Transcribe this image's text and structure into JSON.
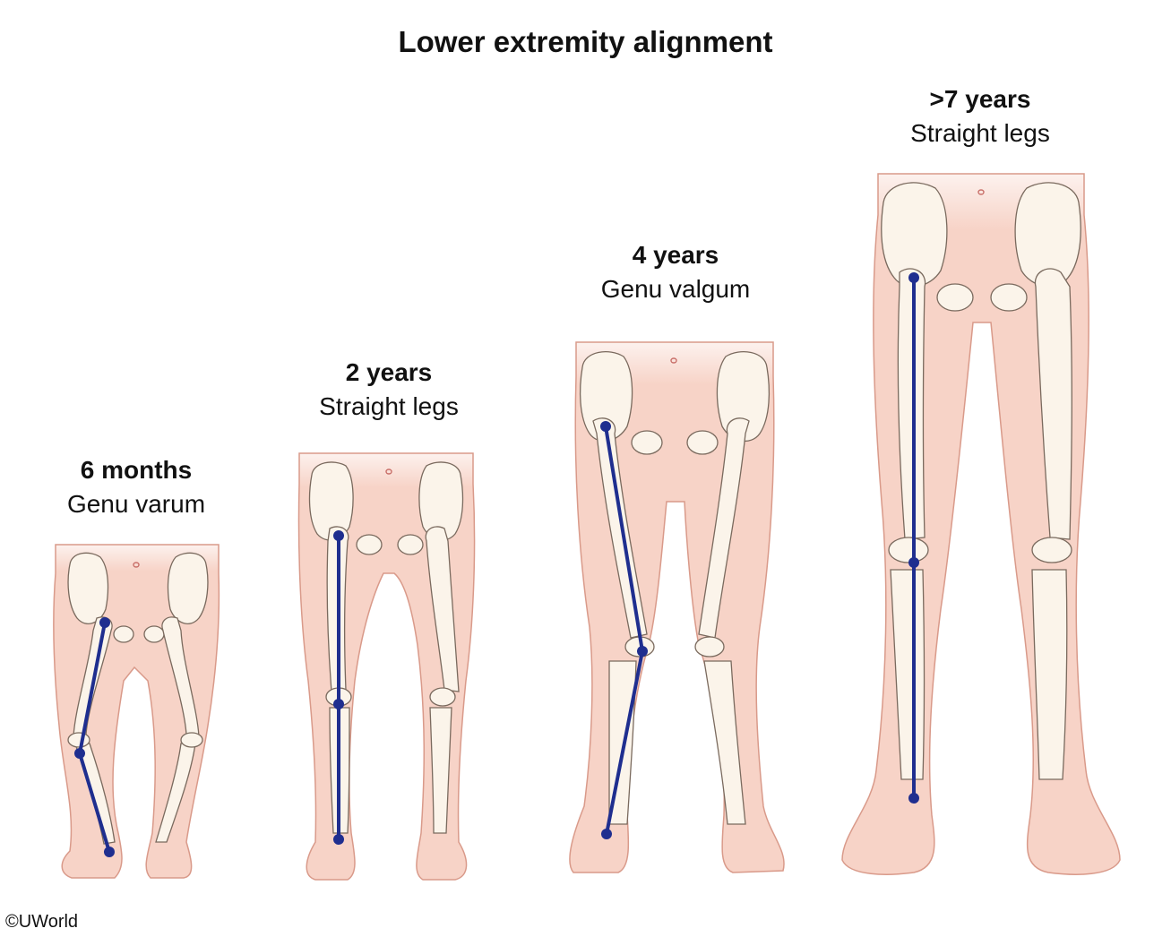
{
  "title": "Lower extremity alignment",
  "stages": [
    {
      "age": "6 months",
      "description": "Genu varum"
    },
    {
      "age": "2 years",
      "description": "Straight legs"
    },
    {
      "age": "4 years",
      "description": "Genu valgum"
    },
    {
      "age": ">7 years",
      "description": "Straight legs"
    }
  ],
  "copyright": "©UWorld",
  "colors": {
    "skin": "#f7d3c7",
    "skin_outline": "#d99a8a",
    "bone": "#fbf4ea",
    "bone_outline": "#7a6a5e",
    "axis_line": "#1f2e8f"
  }
}
